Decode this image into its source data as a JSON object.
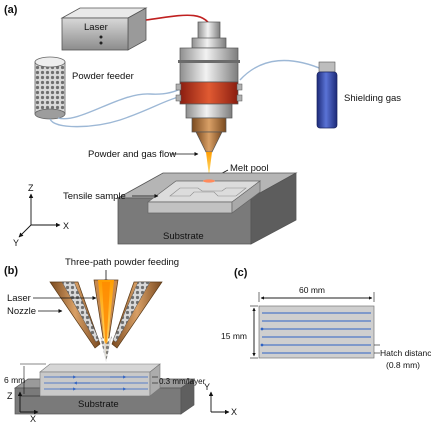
{
  "panel_a": {
    "tag": "(a)",
    "laser": "Laser",
    "powder_feeder": "Powder feeder",
    "shielding_gas": "Shielding gas",
    "powder_gas_flow": "Powder and gas flow",
    "melt_pool": "Melt pool",
    "tensile_sample": "Tensile sample",
    "substrate": "Substrate",
    "axis_z": "Z",
    "axis_x": "X",
    "axis_y": "Y"
  },
  "panel_b": {
    "tag": "(b)",
    "three_path": "Three-path powder feeding",
    "laser": "Laser",
    "nozzle": "Nozzle",
    "height": "6 mm",
    "layer": "0.3 mm/layer",
    "substrate": "Substrate",
    "axis_z": "Z",
    "axis_x": "X",
    "axis_y": "Y"
  },
  "panel_c": {
    "tag": "(c)",
    "width": "60 mm",
    "height": "15 mm",
    "hatch": "Hatch distance",
    "hatch_value": "(0.8 mm)"
  },
  "colors": {
    "laser_beam": "#f6b820",
    "nozzle_copper": "#b0733b",
    "substrate": "#7a7a7a",
    "scan_line": "#2f63c4",
    "fiber": "#c02020",
    "gas_bottle": "#2a3fa0"
  }
}
